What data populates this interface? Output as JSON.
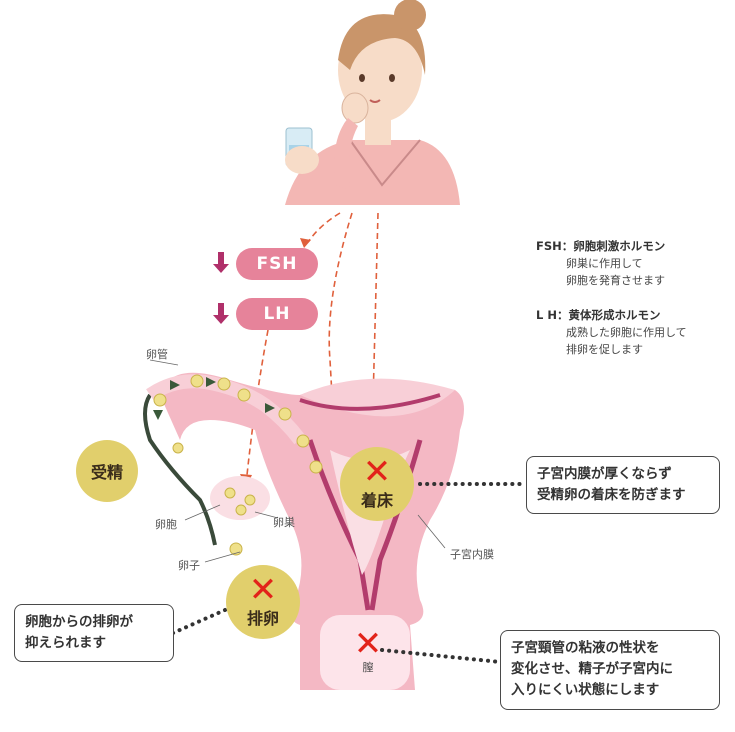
{
  "hormones": {
    "fsh": {
      "pill": "FSH",
      "code": "FSH：",
      "name": "卵胞刺激ホルモン",
      "desc1": "卵巣に作用して",
      "desc2": "卵胞を発育させます"
    },
    "lh": {
      "pill": "LH",
      "code": "L H：",
      "name": "黄体形成ホルモン",
      "desc1": "成熟した卵胞に作用して",
      "desc2": "排卵を促します"
    }
  },
  "effects": {
    "fertilization": "受精",
    "implantation": "着床",
    "ovulation": "排卵"
  },
  "labels": {
    "oviduct": "卵管",
    "follicle": "卵胞",
    "ovary": "卵巣",
    "ovum": "卵子",
    "endometrium": "子宮内膜",
    "vagina": "膣"
  },
  "callouts": {
    "endometrium": [
      "子宮内膜が厚くならず",
      "受精卵の着床を防ぎます"
    ],
    "ovulation": [
      "卵胞からの排卵が",
      "抑えられます"
    ],
    "cervix": [
      "子宮頸管の粘液の性状を",
      "変化させ、精子が子宮内に",
      "入りにくい状態にします"
    ]
  },
  "colors": {
    "pill": "#e6839a",
    "arrow": "#b0306a",
    "circle": "#e1cf6c",
    "xmark": "#e2231a",
    "uterus": "#f4b8c4",
    "lining": "#b23c6c"
  }
}
